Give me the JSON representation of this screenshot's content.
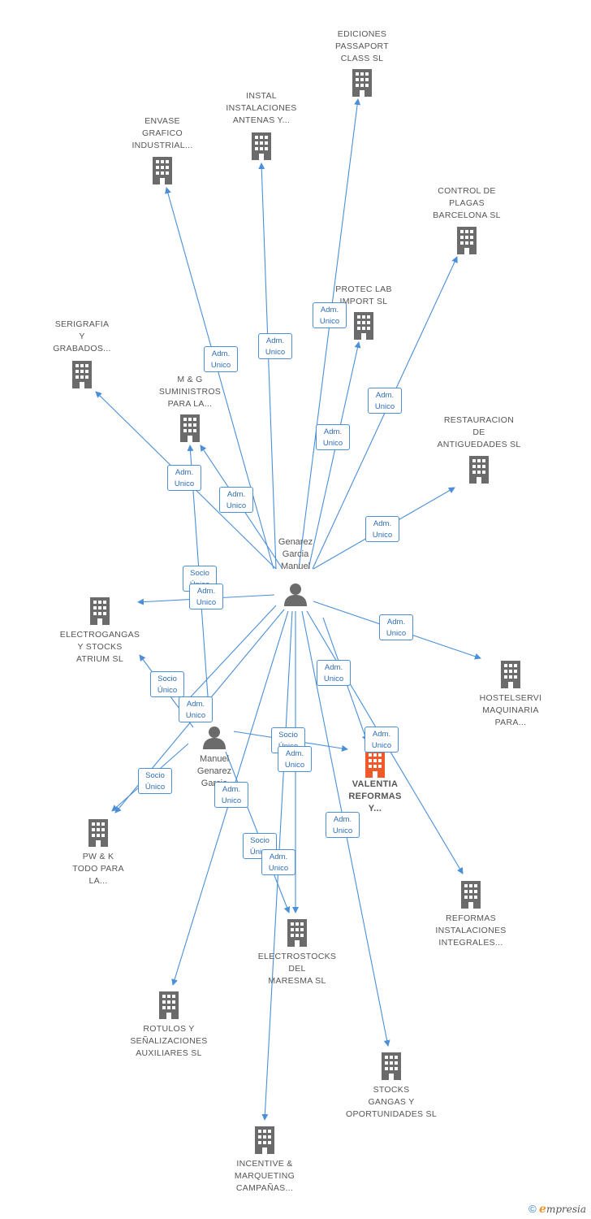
{
  "colors": {
    "edge": "#4a8fd8",
    "building": "#6b6b6b",
    "focus_building": "#f05a2a",
    "person": "#6b6b6b"
  },
  "companies": [
    {
      "id": "c1",
      "icon": "building-icon",
      "label": "EDICIONES\nPASSAPORT\nCLASS SL"
    },
    {
      "id": "c2",
      "icon": "building-icon",
      "label": "INSTAL\nINSTALACIONES\nANTENAS Y..."
    },
    {
      "id": "c3",
      "icon": "building-icon",
      "label": "ENVASE\nGRAFICO\nINDUSTRIAL..."
    },
    {
      "id": "c4",
      "icon": "building-icon",
      "label": "CONTROL DE\nPLAGAS\nBARCELONA SL"
    },
    {
      "id": "c5",
      "icon": "building-icon",
      "label": "PROTEC LAB\nIMPORT SL"
    },
    {
      "id": "c6",
      "icon": "building-icon",
      "label": "SERIGRAFIA\nY\nGRABADOS..."
    },
    {
      "id": "c7",
      "icon": "building-icon",
      "label": "M & G\nSUMINISTROS\nPARA LA..."
    },
    {
      "id": "c8",
      "icon": "building-icon",
      "label": "RESTAURACION\nDE\nANTIGUEDADES SL"
    },
    {
      "id": "c9",
      "icon": "building-icon",
      "label": "ELECTROGANGAS\nY STOCKS\nATRIUM SL"
    },
    {
      "id": "c10",
      "icon": "building-icon",
      "label": "HOSTELSERVI\nMAQUINARIA\nPARA..."
    },
    {
      "id": "c11",
      "icon": "building-icon",
      "label": "VALENTIA\nREFORMAS\nY...",
      "focus": true
    },
    {
      "id": "c12",
      "icon": "building-icon",
      "label": "PW & K\nTODO PARA\nLA..."
    },
    {
      "id": "c13",
      "icon": "building-icon",
      "label": "REFORMAS\nINSTALACIONES\nINTEGRALES..."
    },
    {
      "id": "c14",
      "icon": "building-icon",
      "label": "ELECTROSTOCKS\nDEL\nMARESMA SL"
    },
    {
      "id": "c15",
      "icon": "building-icon",
      "label": "ROTULOS Y\nSEÑALIZACIONES\nAUXILIARES SL"
    },
    {
      "id": "c16",
      "icon": "building-icon",
      "label": "STOCKS\nGANGAS Y\nOPORTUNIDADES SL"
    },
    {
      "id": "c17",
      "icon": "building-icon",
      "label": "INCENTIVE &\nMARQUETING\nCAMPAÑAS..."
    }
  ],
  "people": [
    {
      "id": "p1",
      "icon": "person-icon",
      "label": "Genarez\nGarcia\nManuel"
    },
    {
      "id": "p2",
      "icon": "person-icon",
      "label": "Manuel\nGenarez\nGarcia"
    }
  ],
  "edge_labels": [
    {
      "id": "e1",
      "text": "Adm.\nUnico"
    },
    {
      "id": "e2",
      "text": "Adm.\nUnico"
    },
    {
      "id": "e3",
      "text": "Adm.\nUnico"
    },
    {
      "id": "e4",
      "text": "Adm.\nUnico"
    },
    {
      "id": "e5",
      "text": "Adm.\nUnico"
    },
    {
      "id": "e6",
      "text": "Adm.\nUnico"
    },
    {
      "id": "e7",
      "text": "Adm.\nUnico"
    },
    {
      "id": "e8",
      "text": "Adm.\nUnico"
    },
    {
      "id": "e9",
      "text": "Socio\nÚnico"
    },
    {
      "id": "e10",
      "text": "Adm.\nUnico"
    },
    {
      "id": "e11",
      "text": "Adm.\nUnico"
    },
    {
      "id": "e12",
      "text": "Socio\nÚnico"
    },
    {
      "id": "e13",
      "text": "Adm.\nUnico"
    },
    {
      "id": "e14",
      "text": "Adm.\nUnico"
    },
    {
      "id": "e15",
      "text": "Adm.\nUnico"
    },
    {
      "id": "e16",
      "text": "Socio\nÚnico"
    },
    {
      "id": "e17",
      "text": "Adm.\nUnico"
    },
    {
      "id": "e18",
      "text": "Socio\nÚnico"
    },
    {
      "id": "e19",
      "text": "Adm.\nUnico"
    },
    {
      "id": "e20",
      "text": "Adm.\nUnico"
    },
    {
      "id": "e21",
      "text": "Socio\nÚnico"
    },
    {
      "id": "e22",
      "text": "Adm.\nUnico"
    }
  ],
  "footer": {
    "copyright": "©",
    "brand_initial": "e",
    "brand_rest": "mpresia"
  }
}
